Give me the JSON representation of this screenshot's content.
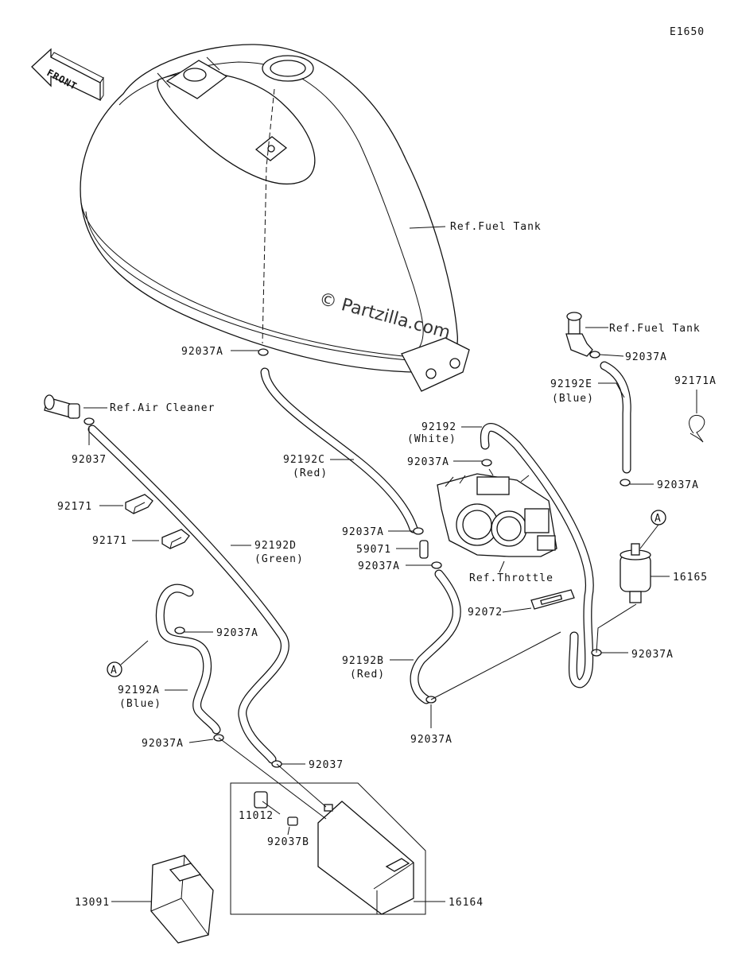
{
  "diagram_id": "E1650",
  "watermark": "© Partzilla.com",
  "front_label": "FRONT",
  "callout_marker": "A",
  "labels": {
    "ref_fuel_tank_1": "Ref.Fuel Tank",
    "ref_fuel_tank_2": "Ref.Fuel Tank",
    "ref_air_cleaner": "Ref.Air Cleaner",
    "ref_throttle": "Ref.Throttle",
    "p92037a_tank": "92037A",
    "p92037a_ref": "92037A",
    "p92192e": "92192E",
    "p92192e_color": "(Blue)",
    "p92171a": "92171A",
    "p92037_top": "92037",
    "p92192": "92192",
    "p92192_color": "(White)",
    "p92037a_throttle": "92037A",
    "p92037a_right_mid": "92037A",
    "p92192c": "92192C",
    "p92192c_color": "(Red)",
    "p92171_a": "92171",
    "p92171_b": "92171",
    "p92037a_c_end": "92037A",
    "p59071": "59071",
    "p92037a_b_top": "92037A",
    "p92192d": "92192D",
    "p92192d_color": "(Green)",
    "p16165": "16165",
    "p92072": "92072",
    "p92037a_a_top": "92037A",
    "p92037a_right_low": "92037A",
    "p92192b": "92192B",
    "p92192b_color": "(Red)",
    "p92192a": "92192A",
    "p92192a_color": "(Blue)",
    "p92037a_b_end": "92037A",
    "p92037a_a_end": "92037A",
    "p92037_bottom": "92037",
    "p11012": "11012",
    "p92037b": "92037B",
    "p13091": "13091",
    "p16164": "16164"
  }
}
